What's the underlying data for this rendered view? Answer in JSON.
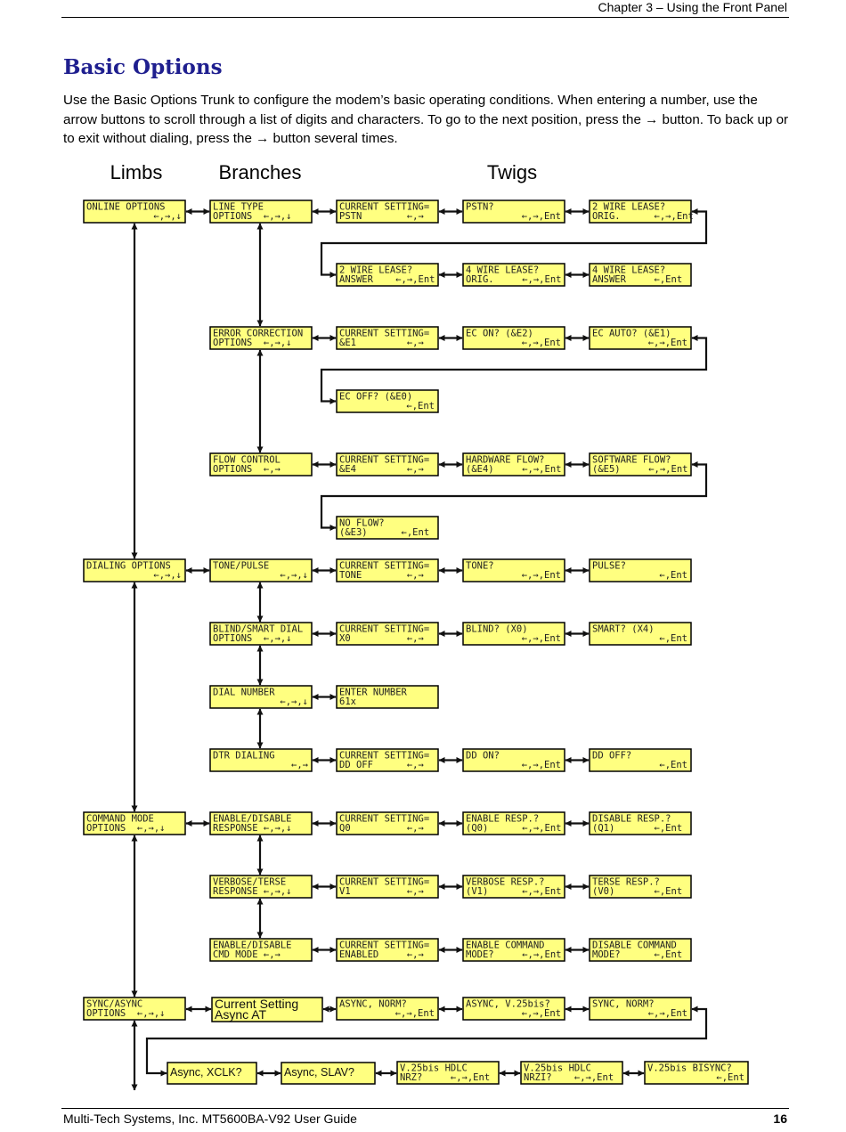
{
  "header": {
    "chapter": "Chapter 3 – Using the Front Panel"
  },
  "section": {
    "title": "Basic Options",
    "intro": "Use the Basic Options Trunk to configure the modem’s basic operating conditions. When entering a number, use the arrow buttons to scroll through a list of digits and characters. To go to the next position, press the → button. To back up or to exit without dialing, press the → button several times."
  },
  "diagram": {
    "column_headers": {
      "limbs": "Limbs",
      "branches": "Branches",
      "twigs": "Twigs"
    },
    "boxes": {
      "online_options": [
        "ONLINE OPTIONS",
        "←,→,↓"
      ],
      "line_type": [
        "LINE TYPE",
        "OPTIONS  ←,→,↓"
      ],
      "lt_current": [
        "CURRENT SETTING=",
        "PSTN        ←,→"
      ],
      "lt_pstn": [
        "PSTN?",
        "←,→,Ent"
      ],
      "lt_2wire_orig": [
        "2 WIRE LEASE?",
        "ORIG.      ←,→,Ent"
      ],
      "lt_2wire_answer": [
        "2 WIRE LEASE?",
        "ANSWER    ←,→,Ent"
      ],
      "lt_4wire_orig": [
        "4 WIRE LEASE?",
        "ORIG.     ←,→,Ent"
      ],
      "lt_4wire_answer": [
        "4 WIRE LEASE?",
        "ANSWER     ←,Ent"
      ],
      "error_correction": [
        "ERROR CORRECTION",
        "OPTIONS  ←,→,↓"
      ],
      "ec_current": [
        "CURRENT SETTING=",
        "&E1         ←,→"
      ],
      "ec_on": [
        "EC ON? (&E2)",
        "←,→,Ent"
      ],
      "ec_auto": [
        "EC AUTO? (&E1)",
        "←,→,Ent"
      ],
      "ec_off": [
        "EC OFF? (&E0)",
        "←,Ent"
      ],
      "flow_control": [
        "FLOW CONTROL",
        "OPTIONS  ←,→"
      ],
      "fc_current": [
        "CURRENT SETTING=",
        "&E4         ←,→"
      ],
      "fc_hardware": [
        "HARDWARE FLOW?",
        "(&E4)     ←,→,Ent"
      ],
      "fc_software": [
        "SOFTWARE FLOW?",
        "(&E5)     ←,→,Ent"
      ],
      "fc_none": [
        "NO FLOW?",
        "(&E3)      ←,Ent"
      ],
      "dialing_options": [
        "DIALING OPTIONS",
        "←,→,↓"
      ],
      "tone_pulse": [
        "TONE/PULSE",
        "←,→,↓"
      ],
      "tp_current": [
        "CURRENT SETTING=",
        "TONE        ←,→"
      ],
      "tp_tone": [
        "TONE?",
        "←,→,Ent"
      ],
      "tp_pulse": [
        "PULSE?",
        "←,Ent"
      ],
      "blind_smart": [
        "BLIND/SMART DIAL",
        "OPTIONS  ←,→,↓"
      ],
      "bs_current": [
        "CURRENT SETTING=",
        "X0          ←,→"
      ],
      "bs_blind": [
        "BLIND? (X0)",
        "←,→,Ent"
      ],
      "bs_smart": [
        "SMART? (X4)",
        "←,Ent"
      ],
      "dial_number": [
        "DIAL NUMBER",
        "←,→,↓"
      ],
      "dn_enter": [
        "ENTER NUMBER",
        "61x"
      ],
      "dtr_dialing": [
        "DTR DIALING",
        "←,→"
      ],
      "dtr_current": [
        "CURRENT SETTING=",
        "DD OFF      ←,→"
      ],
      "dtr_on": [
        "DD ON?",
        "←,→,Ent"
      ],
      "dtr_off": [
        "DD OFF?",
        "←,Ent"
      ],
      "command_mode": [
        "COMMAND MODE",
        "OPTIONS  ←,→,↓"
      ],
      "enable_disable_response": [
        "ENABLE/DISABLE",
        "RESPONSE ←,→,↓"
      ],
      "edr_current": [
        "CURRENT SETTING=",
        "Q0          ←,→"
      ],
      "edr_enable": [
        "ENABLE RESP.?",
        "(Q0)      ←,→,Ent"
      ],
      "edr_disable": [
        "DISABLE RESP.?",
        "(Q1)       ←,Ent"
      ],
      "verbose_terse": [
        "VERBOSE/TERSE",
        "RESPONSE ←,→,↓"
      ],
      "vt_current": [
        "CURRENT SETTING=",
        "V1          ←,→"
      ],
      "vt_verbose": [
        "VERBOSE RESP.?",
        "(V1)      ←,→,Ent"
      ],
      "vt_terse": [
        "TERSE RESP.?",
        "(V0)       ←,Ent"
      ],
      "enable_disable_cmd": [
        "ENABLE/DISABLE",
        "CMD MODE ←,→"
      ],
      "edc_current": [
        "CURRENT SETTING=",
        "ENABLED     ←,→"
      ],
      "edc_enable": [
        "ENABLE COMMAND",
        "MODE?     ←,→,Ent"
      ],
      "edc_disable": [
        "DISABLE COMMAND",
        "MODE?      ←,Ent"
      ],
      "sync_async": [
        "SYNC/ASYNC",
        "OPTIONS  ←,→,↓"
      ],
      "sa_current": [
        "Current Setting",
        "Async AT"
      ],
      "sa_async_norm": [
        "ASYNC, NORM?",
        "←,→,Ent"
      ],
      "sa_async_v25": [
        "ASYNC, V.25bis?",
        "←,→,Ent"
      ],
      "sa_sync_norm": [
        "SYNC, NORM?",
        "←,→,Ent"
      ],
      "sa_async_xclk": [
        "Async, XCLK?"
      ],
      "sa_async_slav": [
        "Async, SLAV?"
      ],
      "sa_v25_nrz": [
        "V.25bis HDLC",
        "NRZ?     ←,→,Ent"
      ],
      "sa_v25_nrzi": [
        "V.25bis HDLC",
        "NRZI?    ←,→,Ent"
      ],
      "sa_v25_bisync": [
        "V.25bis BISYNC?",
        "←,Ent"
      ]
    }
  },
  "footer": {
    "left": "Multi-Tech Systems, Inc. MT5600BA-V92 User Guide",
    "page": "16"
  }
}
